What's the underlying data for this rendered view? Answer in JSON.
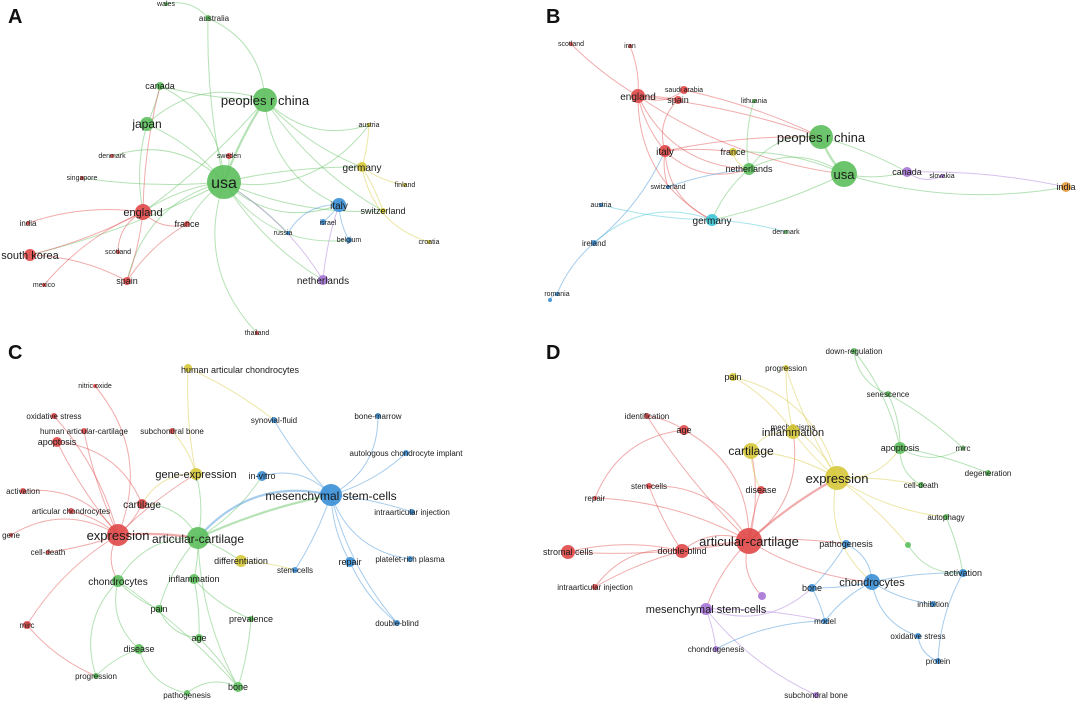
{
  "panels": [
    {
      "id": "A",
      "label": "A",
      "colors": {
        "green": "#5cbf5c",
        "red": "#e04848",
        "blue": "#3a8fd6",
        "yellow": "#d6c83a",
        "purple": "#a675d6"
      },
      "nodes": [
        {
          "label": "wales",
          "cluster": "green"
        },
        {
          "label": "australia",
          "cluster": "green"
        },
        {
          "label": "canada",
          "cluster": "green"
        },
        {
          "label": "peoples r china",
          "cluster": "green"
        },
        {
          "label": "japan",
          "cluster": "green"
        },
        {
          "label": "austria",
          "cluster": "yellow"
        },
        {
          "label": "denmark",
          "cluster": "red"
        },
        {
          "label": "sweden",
          "cluster": "red"
        },
        {
          "label": "germany",
          "cluster": "yellow"
        },
        {
          "label": "singapore",
          "cluster": "red"
        },
        {
          "label": "usa",
          "cluster": "green"
        },
        {
          "label": "finland",
          "cluster": "yellow"
        },
        {
          "label": "england",
          "cluster": "red"
        },
        {
          "label": "italy",
          "cluster": "blue"
        },
        {
          "label": "switzerland",
          "cluster": "yellow"
        },
        {
          "label": "india",
          "cluster": "red"
        },
        {
          "label": "france",
          "cluster": "red"
        },
        {
          "label": "israel",
          "cluster": "blue"
        },
        {
          "label": "russia",
          "cluster": "blue"
        },
        {
          "label": "belgium",
          "cluster": "blue"
        },
        {
          "label": "croatia",
          "cluster": "yellow"
        },
        {
          "label": "south korea",
          "cluster": "red"
        },
        {
          "label": "scotland",
          "cluster": "red"
        },
        {
          "label": "mexico",
          "cluster": "red"
        },
        {
          "label": "spain",
          "cluster": "red"
        },
        {
          "label": "netherlands",
          "cluster": "purple"
        },
        {
          "label": "thailand",
          "cluster": "red"
        }
      ]
    },
    {
      "id": "B",
      "label": "B",
      "colors": {
        "red": "#e04848",
        "green": "#5cbf5c",
        "cyan": "#3cc4d6",
        "blue": "#3a8fd6",
        "purple": "#a675d6",
        "yellow": "#d6c83a",
        "orange": "#e89a3a"
      },
      "nodes": [
        {
          "label": "scotland",
          "cluster": "red"
        },
        {
          "label": "iran",
          "cluster": "red"
        },
        {
          "label": "saudi arabia",
          "cluster": "red"
        },
        {
          "label": "england",
          "cluster": "red"
        },
        {
          "label": "spain",
          "cluster": "red"
        },
        {
          "label": "lithuania",
          "cluster": "green"
        },
        {
          "label": "peoples r china",
          "cluster": "green"
        },
        {
          "label": "italy",
          "cluster": "red"
        },
        {
          "label": "france",
          "cluster": "yellow"
        },
        {
          "label": "netherlands",
          "cluster": "green"
        },
        {
          "label": "usa",
          "cluster": "green"
        },
        {
          "label": "canada",
          "cluster": "purple"
        },
        {
          "label": "slovakia",
          "cluster": "purple"
        },
        {
          "label": "switzerland",
          "cluster": "blue"
        },
        {
          "label": "india",
          "cluster": "orange"
        },
        {
          "label": "austria",
          "cluster": "blue"
        },
        {
          "label": "germany",
          "cluster": "cyan"
        },
        {
          "label": "denmark",
          "cluster": "green"
        },
        {
          "label": "ireland",
          "cluster": "blue"
        },
        {
          "label": "romania",
          "cluster": "blue"
        },
        {
          "label": "",
          "cluster": "blue"
        }
      ]
    },
    {
      "id": "C",
      "label": "C",
      "colors": {
        "red": "#e04848",
        "yellow": "#d6c83a",
        "blue": "#3a8fd6",
        "green": "#5cbf5c"
      },
      "nodes": [
        {
          "label": "nitric oxide",
          "cluster": "red"
        },
        {
          "label": "human articular chondrocytes",
          "cluster": "yellow"
        },
        {
          "label": "oxidative stress",
          "cluster": "red"
        },
        {
          "label": "bone-marrow",
          "cluster": "blue"
        },
        {
          "label": "human articular-cartilage",
          "cluster": "red"
        },
        {
          "label": "subchondral bone",
          "cluster": "red"
        },
        {
          "label": "synovial-fluid",
          "cluster": "blue"
        },
        {
          "label": "autologous chondrocyte implant",
          "cluster": "blue"
        },
        {
          "label": "apoptosis",
          "cluster": "red"
        },
        {
          "label": "gene-expression",
          "cluster": "yellow"
        },
        {
          "label": "in-vitro",
          "cluster": "blue"
        },
        {
          "label": "activation",
          "cluster": "red"
        },
        {
          "label": "mesenchymal stem-cells",
          "cluster": "blue"
        },
        {
          "label": "cartilage",
          "cluster": "red"
        },
        {
          "label": "articular chondrocytes",
          "cluster": "red"
        },
        {
          "label": "intraarticular injection",
          "cluster": "blue"
        },
        {
          "label": "gene",
          "cluster": "red"
        },
        {
          "label": "expression",
          "cluster": "red"
        },
        {
          "label": "articular-cartilage",
          "cluster": "green"
        },
        {
          "label": "cell-death",
          "cluster": "red"
        },
        {
          "label": "differentiation",
          "cluster": "yellow"
        },
        {
          "label": "repair",
          "cluster": "blue"
        },
        {
          "label": "platelet-rich plasma",
          "cluster": "blue"
        },
        {
          "label": "chondrocytes",
          "cluster": "green"
        },
        {
          "label": "inflammation",
          "cluster": "green"
        },
        {
          "label": "stem-cells",
          "cluster": "blue"
        },
        {
          "label": "pain",
          "cluster": "green"
        },
        {
          "label": "mirc",
          "cluster": "red"
        },
        {
          "label": "prevalence",
          "cluster": "green"
        },
        {
          "label": "double-blind",
          "cluster": "blue"
        },
        {
          "label": "age",
          "cluster": "green"
        },
        {
          "label": "disease",
          "cluster": "green"
        },
        {
          "label": "progression",
          "cluster": "green"
        },
        {
          "label": "bone",
          "cluster": "green"
        },
        {
          "label": "pathogenesis",
          "cluster": "green"
        }
      ]
    },
    {
      "id": "D",
      "label": "D",
      "colors": {
        "green": "#5cbf5c",
        "yellow": "#d6c83a",
        "red": "#e04848",
        "blue": "#3a8fd6",
        "purple": "#a675d6"
      },
      "nodes": [
        {
          "label": "down-regulation",
          "cluster": "green"
        },
        {
          "label": "progression",
          "cluster": "yellow"
        },
        {
          "label": "pain",
          "cluster": "yellow"
        },
        {
          "label": "senescence",
          "cluster": "green"
        },
        {
          "label": "identification",
          "cluster": "red"
        },
        {
          "label": "mechanisms",
          "cluster": "yellow"
        },
        {
          "label": "age",
          "cluster": "red"
        },
        {
          "label": "inflammation",
          "cluster": "yellow"
        },
        {
          "label": "apoptosis",
          "cluster": "green"
        },
        {
          "label": "mirc",
          "cluster": "green"
        },
        {
          "label": "cartilage",
          "cluster": "yellow"
        },
        {
          "label": "degeneration",
          "cluster": "green"
        },
        {
          "label": "expression",
          "cluster": "yellow"
        },
        {
          "label": "stem-cells",
          "cluster": "red"
        },
        {
          "label": "disease",
          "cluster": "red"
        },
        {
          "label": "cell-death",
          "cluster": "green"
        },
        {
          "label": "repair",
          "cluster": "red"
        },
        {
          "label": "autophagy",
          "cluster": "green"
        },
        {
          "label": "articular-cartilage",
          "cluster": "red"
        },
        {
          "label": "pathogenesis",
          "cluster": "blue"
        },
        {
          "label": "double-blind",
          "cluster": "red"
        },
        {
          "label": "stromal cells",
          "cluster": "red"
        },
        {
          "label": "activation",
          "cluster": "blue"
        },
        {
          "label": "chondrocytes",
          "cluster": "blue"
        },
        {
          "label": "intraarticular injection",
          "cluster": "red"
        },
        {
          "label": "bone",
          "cluster": "blue"
        },
        {
          "label": "mesenchymal stem-cells",
          "cluster": "purple"
        },
        {
          "label": "inhibition",
          "cluster": "blue"
        },
        {
          "label": "model",
          "cluster": "blue"
        },
        {
          "label": "oxidative stress",
          "cluster": "blue"
        },
        {
          "label": "chondrogenesis",
          "cluster": "purple"
        },
        {
          "label": "protein",
          "cluster": "blue"
        },
        {
          "label": "subchondral bone",
          "cluster": "purple"
        },
        {
          "label": "",
          "cluster": "green"
        },
        {
          "label": "",
          "cluster": "purple"
        }
      ]
    }
  ]
}
